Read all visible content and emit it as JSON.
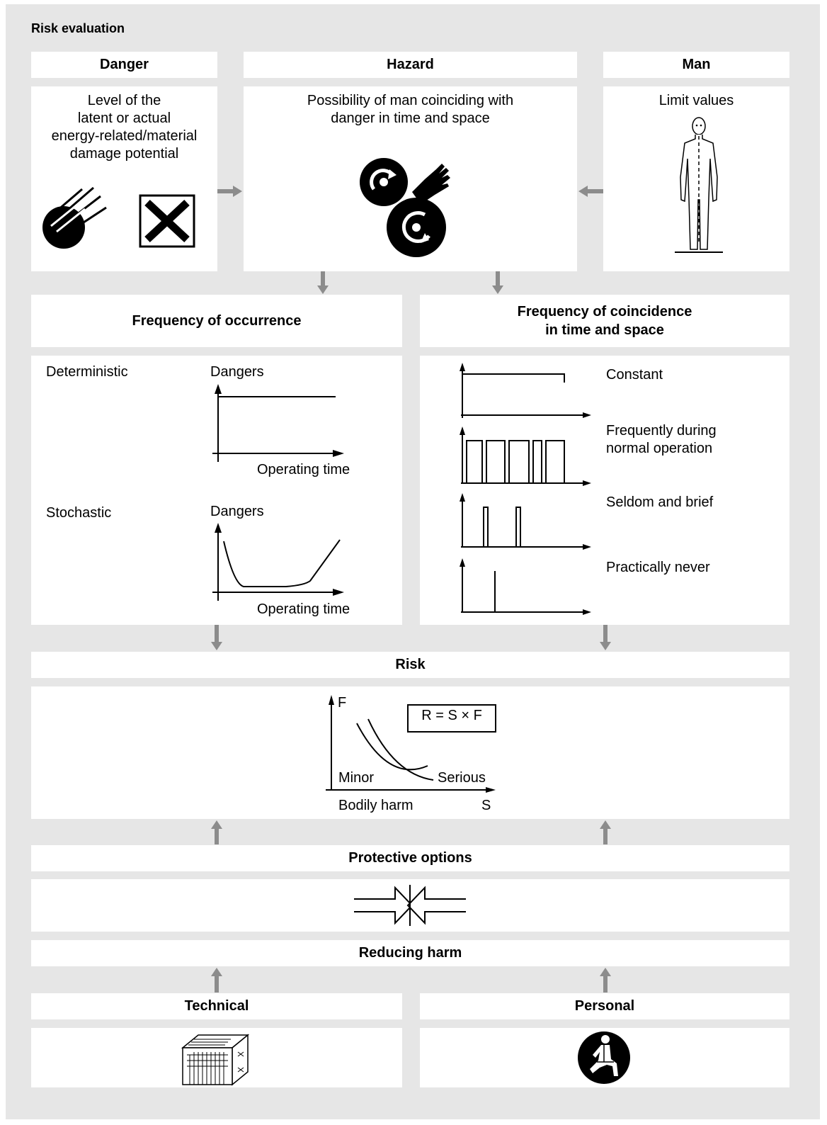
{
  "title": "Risk evaluation",
  "danger": {
    "header": "Danger",
    "text": [
      "Level of the",
      "latent or actual",
      "energy-related/material",
      "damage potential"
    ]
  },
  "hazard": {
    "header": "Hazard",
    "text": [
      "Possibility of man coinciding with",
      "danger in time and space"
    ]
  },
  "man": {
    "header": "Man",
    "text": "Limit values"
  },
  "occurrence": {
    "header": "Frequency of occurrence",
    "deterministic": "Deterministic",
    "stochastic": "Stochastic",
    "y_label": "Dangers",
    "x_label": "Operating time"
  },
  "coincidence": {
    "header": [
      "Frequency of coincidence",
      "in time and space"
    ],
    "items": [
      [
        "Constant"
      ],
      [
        "Frequently during",
        "normal operation"
      ],
      [
        "Seldom and brief"
      ],
      [
        "Practically never"
      ]
    ]
  },
  "risk": {
    "header": "Risk",
    "f_label": "F",
    "s_label": "S",
    "formula": "R = S × F",
    "minor": "Minor",
    "serious": "Serious",
    "x_label": "Bodily harm"
  },
  "protective": {
    "header": "Protective options"
  },
  "reducing": {
    "header": "Reducing harm"
  },
  "technical": {
    "header": "Technical"
  },
  "personal": {
    "header": "Personal"
  },
  "colors": {
    "background": "#e6e6e6",
    "panel": "#ffffff",
    "arrow": "#8c8c8c",
    "ink": "#000000"
  },
  "icons": [
    "meteor-icon",
    "x-box-icon",
    "rotating-discs-icon",
    "hand-icon",
    "human-figure-icon",
    "converging-arrows-icon",
    "machine-enclosure-icon",
    "protective-harness-icon"
  ]
}
